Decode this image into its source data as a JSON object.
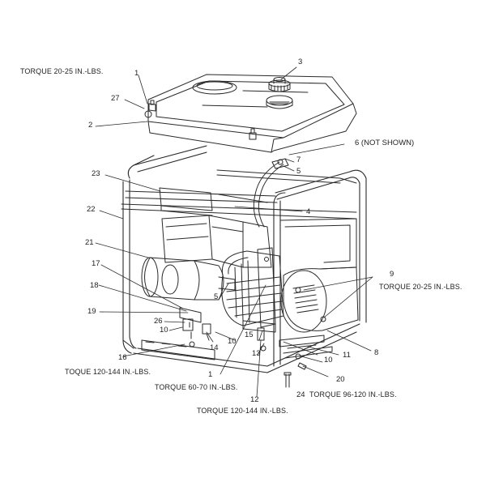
{
  "torque_notes": [
    "TORQUE 20-25 IN.-LBS.",
    "TORQUE 20-25 IN.-LBS.",
    "TOQUE 120-144 IN.-LBS.",
    "TORQUE 60-70 IN.-LBS.",
    "TORQUE 96-120 IN.-LBS.",
    "TORQUE 120-144 IN.-LBS."
  ],
  "callouts": {
    "c1_top": "1",
    "c2": "2",
    "c3": "3",
    "c4": "4",
    "c5_upper": "5",
    "c5_lower": "5",
    "c6": "6 (NOT SHOWN)",
    "c7": "7",
    "c8": "8",
    "c9": "9",
    "c10_a": "10",
    "c10_b": "10",
    "c10_c": "10",
    "c11": "11",
    "c12": "12",
    "c13": "13",
    "c14": "14",
    "c15": "15",
    "c16": "16",
    "c17": "17",
    "c18": "18",
    "c19": "19",
    "c20": "20",
    "c21": "21",
    "c22": "22",
    "c23": "23",
    "c24": "24",
    "c26": "26",
    "c27": "27",
    "c1_bottom": "1"
  },
  "colors": {
    "line": "#2a2a2a",
    "text": "#222222",
    "background": "#ffffff"
  }
}
